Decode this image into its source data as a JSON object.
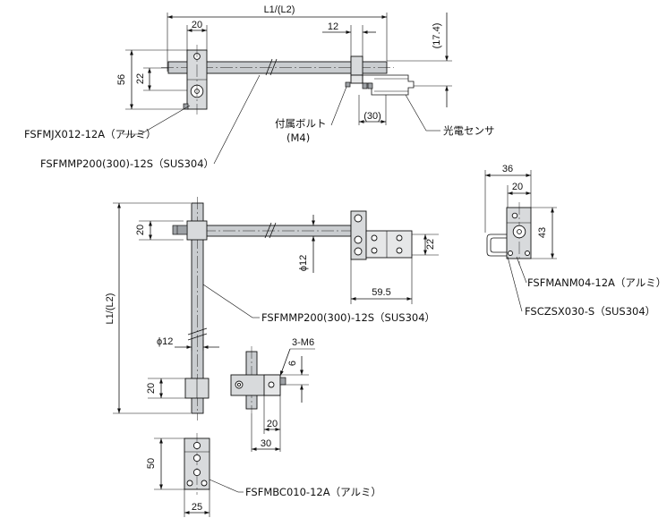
{
  "dimensions": {
    "top_l1_l2": "L1/(L2)",
    "top_20": "20",
    "top_12": "12",
    "top_17_4": "(17.4)",
    "top_56": "56",
    "top_22": "22",
    "top_30": "(30)",
    "mid_20_vertical": "20",
    "mid_phi12": "ϕ12",
    "mid_22": "22",
    "mid_59_5": "59.5",
    "left_l1_l2": "L1/(L2)",
    "left_phi12": "ϕ12",
    "left_20": "20",
    "detail_3m6": "3-M6",
    "detail_6": "6",
    "detail_20": "20",
    "detail_30": "30",
    "bottom_50": "50",
    "bottom_25": "25",
    "right_36": "36",
    "right_20": "20",
    "right_43": "43"
  },
  "labels": {
    "fsfmjx": "FSFMJX012-12A（アルミ）",
    "fsfmmp_top": "FSFMMP200(300)-12S（SUS304）",
    "bolt_line1": "付属ボルト",
    "bolt_line2": "(M4)",
    "sensor": "光電センサ",
    "fsfmmp_mid": "FSFMMP200(300)-12S（SUS304）",
    "fsfmanm": "FSFMANM04-12A（アルミ）",
    "fsczsx": "FSCZSX030-S（SUS304）",
    "fsfmbc": "FSFMBC010-12A（アルミ）"
  }
}
